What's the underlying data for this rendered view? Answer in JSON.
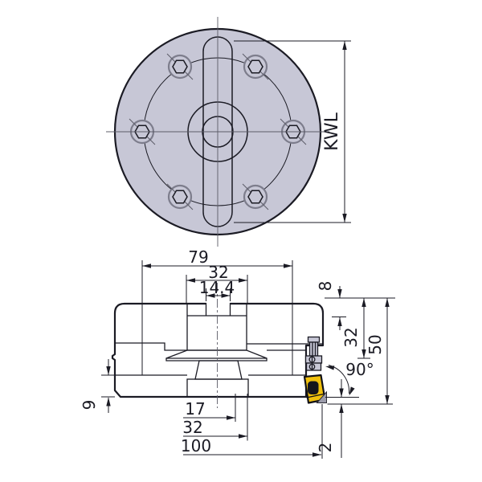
{
  "colors": {
    "background": "#ffffff",
    "body": "#c7c7d6",
    "hatch": "#52525f",
    "line": "#1b1b24",
    "centerline": "#5c5c68",
    "hole_ring": "#7d7d8c",
    "insert_yellow": "#f1c10d",
    "insert_hole": "#15151b",
    "shim_gray": "#9c9cab"
  },
  "top_view": {
    "kwl": "KWL"
  },
  "section_view": {
    "width_79": "79",
    "slot_width_32": "32",
    "key_width_14_4": "14.4",
    "slot_depth_8": "8",
    "bore_depth_32": "32",
    "height_50": "50",
    "cutting_angle_90": "90°",
    "rim_height_9": "9",
    "offset_17": "17",
    "offset_32": "32",
    "cutting_diameter_100": "100",
    "protrusion_2": "2"
  }
}
